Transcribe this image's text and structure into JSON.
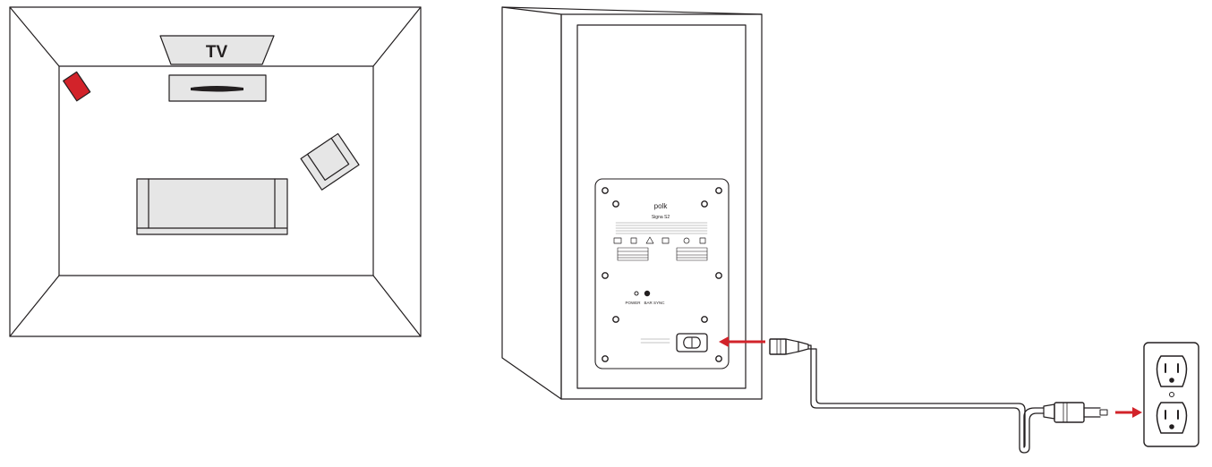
{
  "room": {
    "tv_label": "TV"
  },
  "speaker_panel": {
    "brand": "polk",
    "model": "Signa S2",
    "power_label": "POWER",
    "sync_label": "BAR SYNC"
  },
  "colors": {
    "line": "#231f20",
    "fill_gray": "#e6e6e6",
    "accent_red": "#d2232a"
  }
}
